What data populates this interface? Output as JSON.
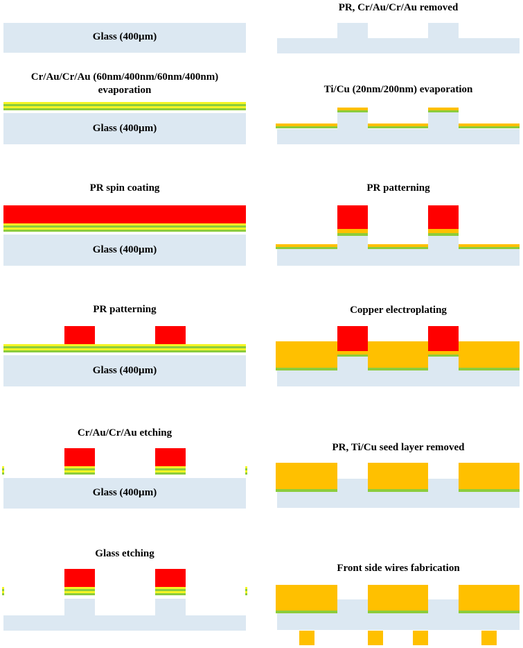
{
  "colors": {
    "glass": "#dce8f2",
    "gold": "#f5f524",
    "chrome": "#8ccc3c",
    "photoresist": "#ff0000",
    "copper": "#ffc000"
  },
  "glass_label": "Glass (400µm)",
  "steps_left": [
    {
      "caption": "",
      "glass_label": "Glass (400µm)"
    },
    {
      "caption": "Cr/Au/Cr/Au (60nm/400nm/60nm/400nm)\nevaporation",
      "glass_label": "Glass (400µm)"
    },
    {
      "caption": "PR spin coating",
      "glass_label": "Glass (400µm)"
    },
    {
      "caption": "PR patterning",
      "glass_label": "Glass (400µm)"
    },
    {
      "caption": "Cr/Au/Cr/Au etching",
      "glass_label": "Glass (400µm)"
    },
    {
      "caption": "Glass etching",
      "glass_label": ""
    }
  ],
  "steps_right": [
    {
      "caption": "PR, Cr/Au/Cr/Au removed"
    },
    {
      "caption": "Ti/Cu (20nm/200nm) evaporation"
    },
    {
      "caption": "PR patterning"
    },
    {
      "caption": "Copper electroplating"
    },
    {
      "caption": "PR, Ti/Cu seed layer removed"
    },
    {
      "caption": "Front side wires fabrication"
    }
  ]
}
